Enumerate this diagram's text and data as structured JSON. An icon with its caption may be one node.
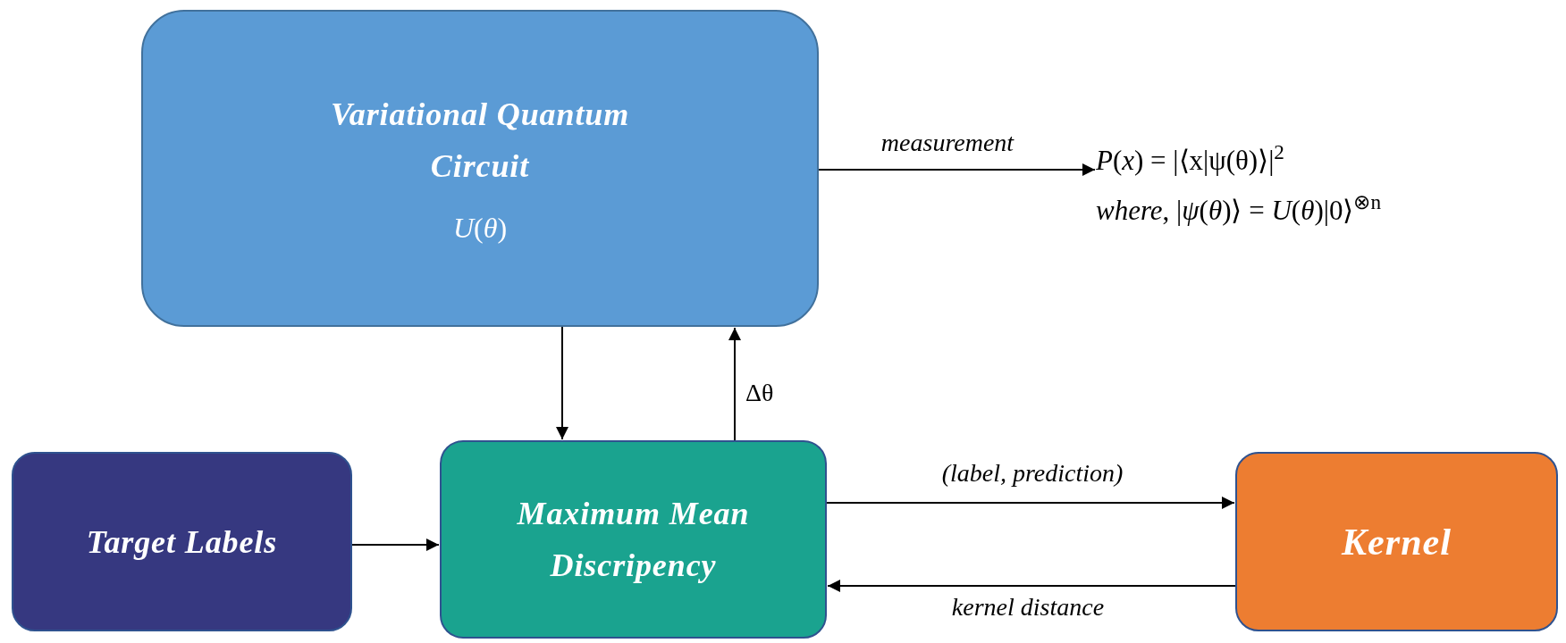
{
  "diagram": {
    "nodes": [
      {
        "text": [
          "Variational Quantum Circuit",
          "*U*(*θ*)"
        ]
      },
      {
        "text": [
          "*P*(*x*) = |⟨x|ψ(θ)⟩|$^{2}$",
          "*where*, |*ψ*(*θ*)⟩ = *U*(*θ*)|0⟩$^{⊗n}$"
        ]
      },
      {
        "text": [
          "Target Labels"
        ]
      },
      {
        "text": [
          "Maximum Mean Discripency"
        ]
      },
      {
        "text": [
          "Kernel"
        ]
      }
    ],
    "edges": [
      {
        "from": 0,
        "to": 1,
        "arrow": "to",
        "label": "measurement"
      },
      {
        "from": 0,
        "to": 3,
        "arrow": "to"
      },
      {
        "from": 3,
        "to": 0,
        "arrow": "to",
        "label": "Δθ"
      },
      {
        "from": 2,
        "to": 3,
        "arrow": "to"
      },
      {
        "from": 3,
        "to": 4,
        "arrow": "to",
        "label": "(*label*, *prediction*)"
      },
      {
        "from": 4,
        "to": 3,
        "arrow": "to",
        "label": "*kernel distance*"
      }
    ]
  }
}
